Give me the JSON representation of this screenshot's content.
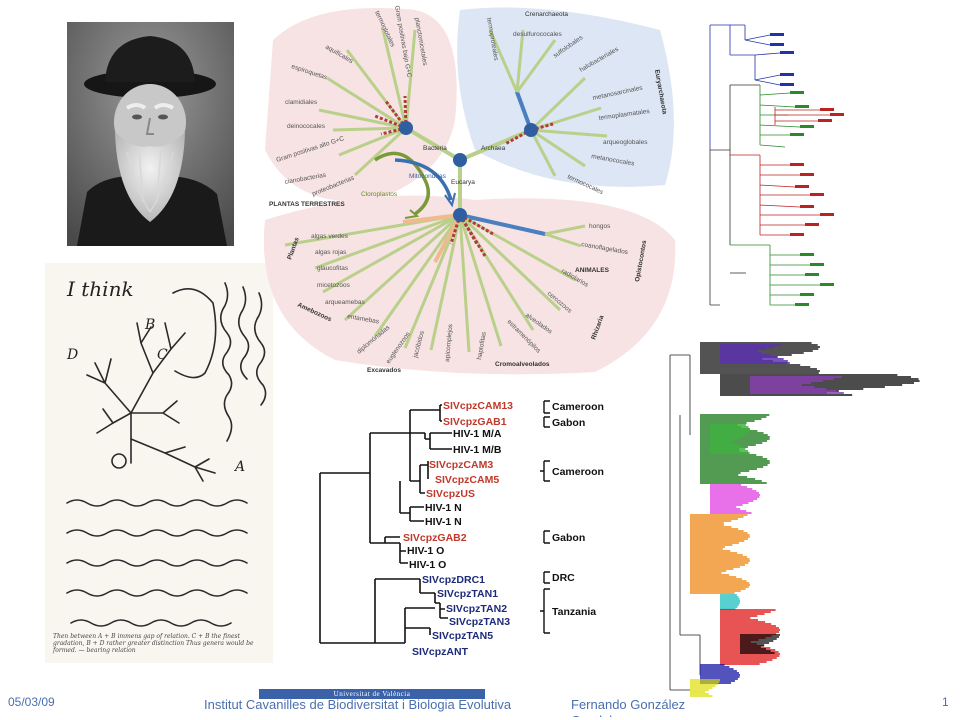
{
  "footer": {
    "date": "05/03/09",
    "institute": "Institut Cavanilles de Biodiversitat i Biologia Evolutiva",
    "university": "Universitat de València",
    "author": "Fernando González Candelas",
    "page": "1"
  },
  "colors": {
    "bacteria_bg": "#f7e3e3",
    "archaea_bg": "#dce6f4",
    "eukarya_bg": "#f7e3e3",
    "branch_green": "#b9d08a",
    "branch_red": "#b23a3a",
    "branch_blue": "#4a7fc1",
    "node_blue": "#2f5fa0",
    "siv_red": "#c0392b",
    "siv_blue": "#1d2a7a",
    "footer_blue": "#4a6fb0"
  },
  "notebook": {
    "heading": "I think",
    "letters": [
      "A",
      "B",
      "C",
      "D"
    ],
    "caption": "Then between A + B immens gap of relation. C + B the finest gradation, B + D rather greater distinction Thus genera would be formed. — bearing relation"
  },
  "tree_of_life": {
    "domains": [
      "Bacteria",
      "Archaea",
      "Eucarya"
    ],
    "bacteria_groups": [
      "termoglotales",
      "aquificales",
      "espiroquetas",
      "clamidiales",
      "deinococales",
      "Gram positivas alto G+C",
      "cianobacterias",
      "proteobacterias",
      "Gram positivas bajo G+C",
      "planctomicetales"
    ],
    "archaea_groups": [
      "Crenarchaeota",
      "termoproteales",
      "desulfurococales",
      "sulfolobales",
      "halobacteriales",
      "metanosarcinales",
      "termoplasmatales",
      "arqueoglobales",
      "metanococales",
      "termococales"
    ],
    "archaea_subtitle": "Euryarchaeota",
    "endosymbioses": [
      "Mitocondrias",
      "Cloroplastos"
    ],
    "eukarya_supergroups": [
      "PLANTAS TERRESTRES",
      "Plantas",
      "Amebozoos",
      "Excavados",
      "Cromoalveolados",
      "Rhizaria",
      "Opistocontos"
    ],
    "eukarya_groups": [
      "algas verdes",
      "algas rojas",
      "glaucofitas",
      "micetozoos",
      "arqueamebas",
      "entamebas",
      "diplomónadas",
      "euglenozoos",
      "jacóbidos",
      "apicomplejos",
      "haptofitas",
      "estramenópilos",
      "alveolados",
      "cercozoos",
      "radiolarios",
      "ANIMALES",
      "coanoflagelados",
      "hongos"
    ]
  },
  "siv_tree": {
    "leaves": [
      {
        "label": "SIVcpzCAM13",
        "color": "red"
      },
      {
        "label": "SIVcpzGAB1",
        "color": "red"
      },
      {
        "label": "HIV-1 M/A",
        "color": "black"
      },
      {
        "label": "HIV-1 M/B",
        "color": "black"
      },
      {
        "label": "SIVcpzCAM3",
        "color": "red"
      },
      {
        "label": "SIVcpzCAM5",
        "color": "red"
      },
      {
        "label": "SIVcpzUS",
        "color": "red"
      },
      {
        "label": "HIV-1 N",
        "color": "black"
      },
      {
        "label": "HIV-1 N",
        "color": "black"
      },
      {
        "label": "SIVcpzGAB2",
        "color": "red"
      },
      {
        "label": "HIV-1 O",
        "color": "black"
      },
      {
        "label": "HIV-1 O",
        "color": "black"
      },
      {
        "label": "SIVcpzDRC1",
        "color": "blue"
      },
      {
        "label": "SIVcpzTAN1",
        "color": "blue"
      },
      {
        "label": "SIVcpzTAN2",
        "color": "blue"
      },
      {
        "label": "SIVcpzTAN3",
        "color": "blue"
      },
      {
        "label": "SIVcpzTAN5",
        "color": "blue"
      },
      {
        "label": "SIVcpzANT",
        "color": "blue"
      }
    ],
    "regions": [
      "Cameroon",
      "Gabon",
      "Cameroon",
      "Gabon",
      "DRC",
      "Tanzania"
    ]
  }
}
